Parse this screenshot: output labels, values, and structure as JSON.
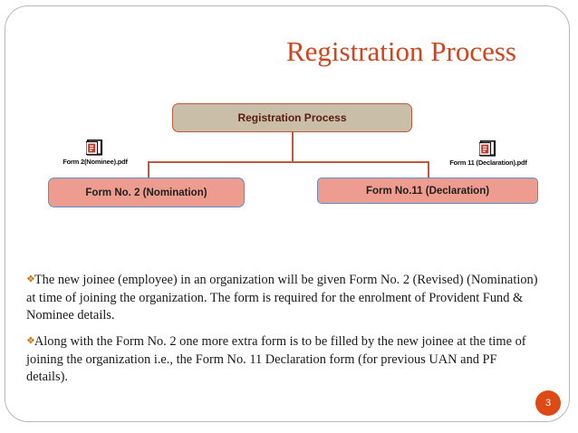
{
  "slide": {
    "title": "Registration Process",
    "page_number": "3",
    "accent_color": "#cf4520",
    "badge_color": "#dd4a14",
    "frame_color": "#b8b8b8"
  },
  "diagram": {
    "root": {
      "label": "Registration Process",
      "fill": "#c9bfa8",
      "border": "#c0583c",
      "text_color": "#5a1b10"
    },
    "children": [
      {
        "label": "Form No. 2 (Nomination)",
        "fill": "#ef9c90",
        "border": "#5b8fc9",
        "text_color": "#20201f"
      },
      {
        "label": "Form No.11 (Declaration)",
        "fill": "#ef9c90",
        "border": "#5b8fc9",
        "text_color": "#20201f"
      }
    ],
    "attachments": [
      {
        "caption": "Form 2(Nominee).pdf",
        "icon": "pdf-document-icon"
      },
      {
        "caption": "Form 11 (Declaration).pdf",
        "icon": "pdf-document-icon"
      }
    ]
  },
  "body": {
    "bullet_glyph": "❖",
    "paragraphs": [
      "The new joinee (employee) in an organization will be given Form No. 2 (Revised) (Nomination) at time of joining the organization. The form is required for the enrolment of Provident Fund & Nominee details.",
      "Along with the Form No. 2 one more extra form is to be filled by the new joinee at the time of joining the organization i.e., the Form No. 11 Declaration form (for previous UAN and PF details)."
    ]
  }
}
